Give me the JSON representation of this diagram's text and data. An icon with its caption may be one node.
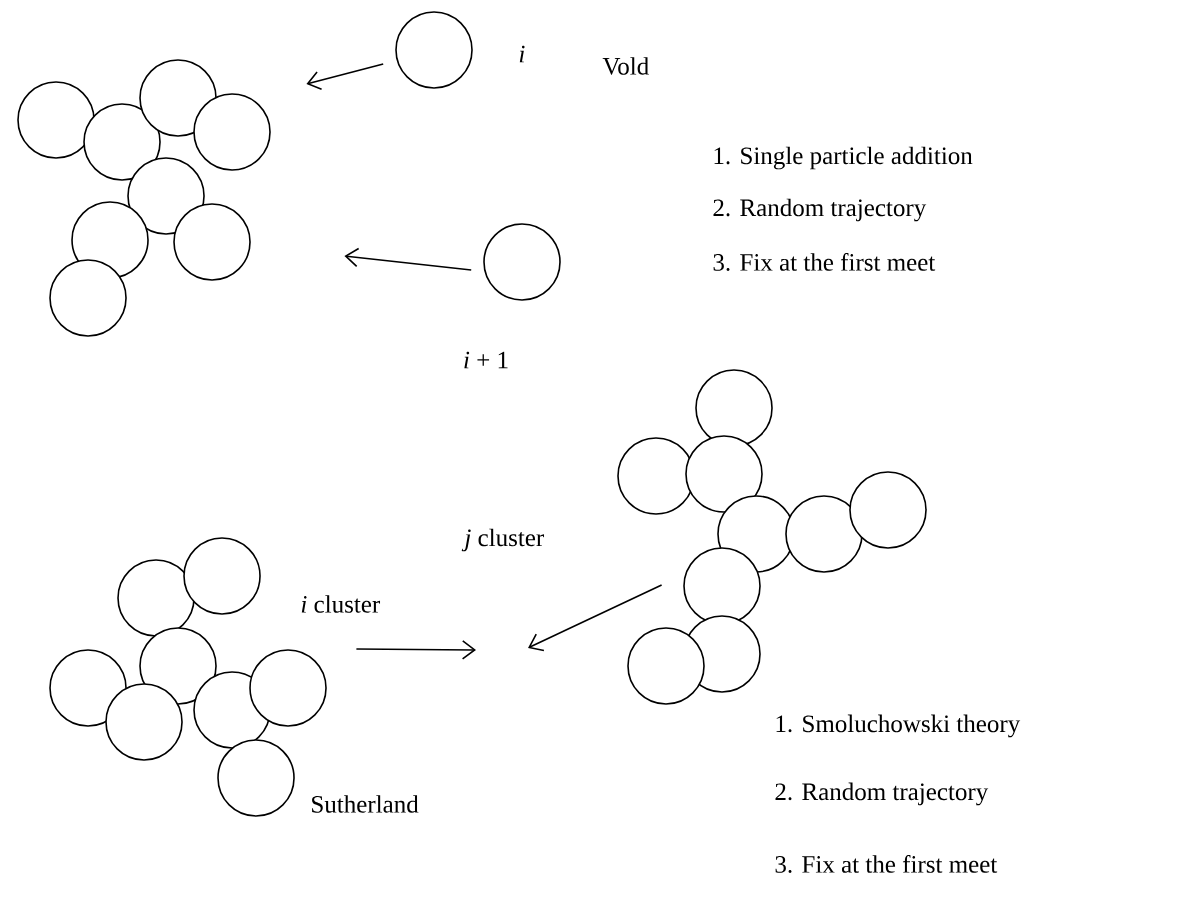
{
  "diagram": {
    "nodes": [
      {
        "text": [],
        "shape": "picture"
      },
      {
        "text": [],
        "shape": "circle",
        "beside": [
          "i"
        ]
      },
      {
        "text": [],
        "shape": "circle",
        "beside": [
          "*i* + 1"
        ]
      },
      {
        "text": [],
        "shape": "picture",
        "beside": [
          "*i* cluster"
        ]
      },
      {
        "text": [],
        "shape": "picture",
        "beside": [
          "*j* cluster"
        ]
      }
    ],
    "edges": [
      {
        "from": 1,
        "to": 0,
        "arrow": "to"
      },
      {
        "from": 2,
        "to": 0,
        "arrow": "to"
      },
      {
        "from": 3,
        "to": null,
        "arrow": "to"
      },
      {
        "from": 4,
        "to": null,
        "arrow": "to"
      }
    ],
    "labels": [
      "Vold",
      "1. Single particle addition",
      "2. Random trajectory",
      "3. Fix at the first meet",
      "Sutherland",
      "1. Smoluchowski theory",
      "2. Random trajectory",
      "3. Fix at the first meet"
    ]
  }
}
